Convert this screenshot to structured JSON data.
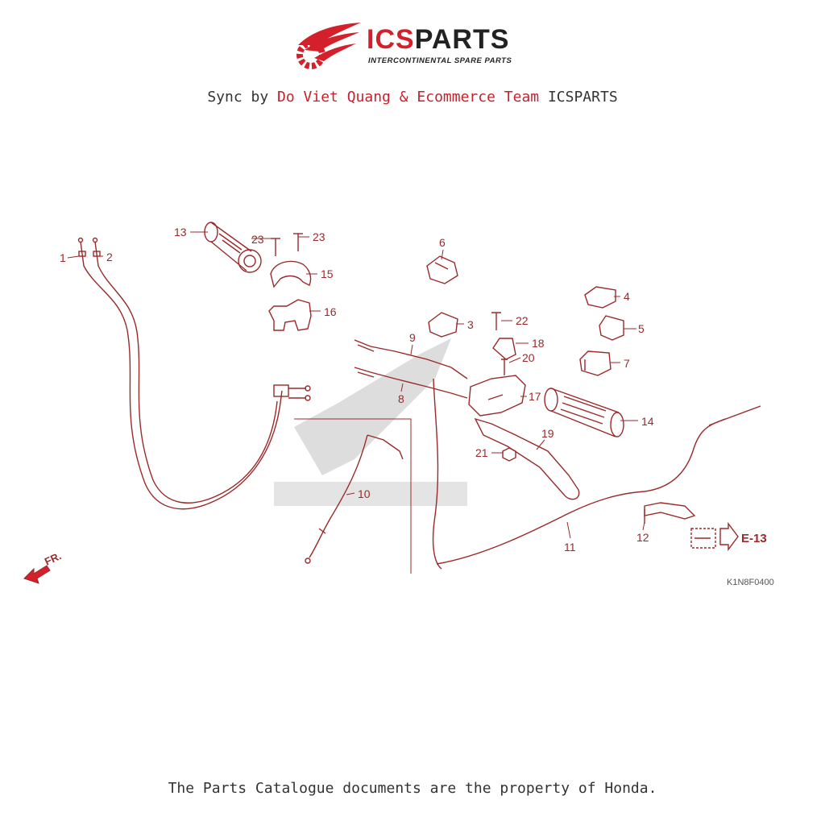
{
  "brand": {
    "name_prefix": "ICS",
    "name_suffix": "PARTS",
    "tagline": "INTERCONTINENTAL SPARE PARTS",
    "accent_color": "#d3202b"
  },
  "sync_line": {
    "prefix": "Sync by ",
    "highlight": "Do Viet Quang & Ecommerce Team",
    "suffix": " ICSPARTS"
  },
  "diagram": {
    "part_numbers": [
      "1",
      "2",
      "3",
      "4",
      "5",
      "6",
      "7",
      "8",
      "9",
      "10",
      "11",
      "12",
      "13",
      "14",
      "15",
      "16",
      "17",
      "18",
      "19",
      "20",
      "21",
      "22",
      "23",
      "23"
    ],
    "direction_label": "FR.",
    "ref_label": "E-13",
    "diagram_code": "K1N8F0400",
    "line_color": "#9a2a2a"
  },
  "footer": {
    "text": "The Parts Catalogue documents are the property of Honda."
  }
}
